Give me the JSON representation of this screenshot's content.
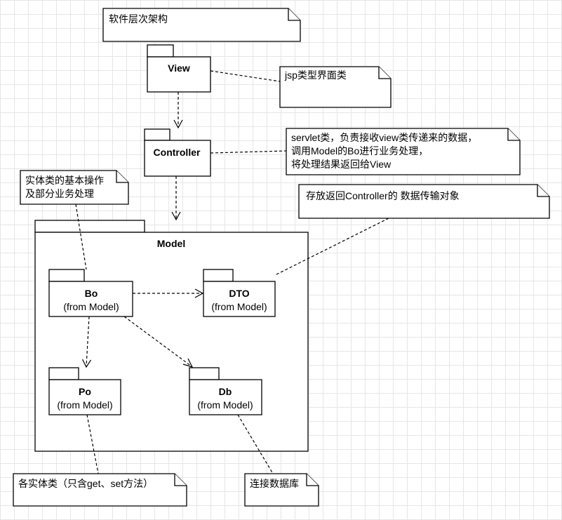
{
  "diagram": {
    "notes": {
      "title": "软件层次架构",
      "view_note": "jsp类型界面类",
      "controller_note": [
        "servlet类，负责接收view类传递来的数据，",
        "调用Model的Bo进行业务处理，",
        "将处理结果返回给View"
      ],
      "entity_note": [
        "实体类的基本操作",
        "及部分业务处理"
      ],
      "dto_note": "存放返回Controller的 数据传输对象",
      "po_note": "各实体类（只含get、set方法）",
      "db_note": "连接数据库"
    },
    "packages": {
      "view": "View",
      "controller": "Controller",
      "model": "Model",
      "bo": "Bo",
      "dto": "DTO",
      "po": "Po",
      "db": "Db",
      "from_model": "(from Model)"
    }
  }
}
